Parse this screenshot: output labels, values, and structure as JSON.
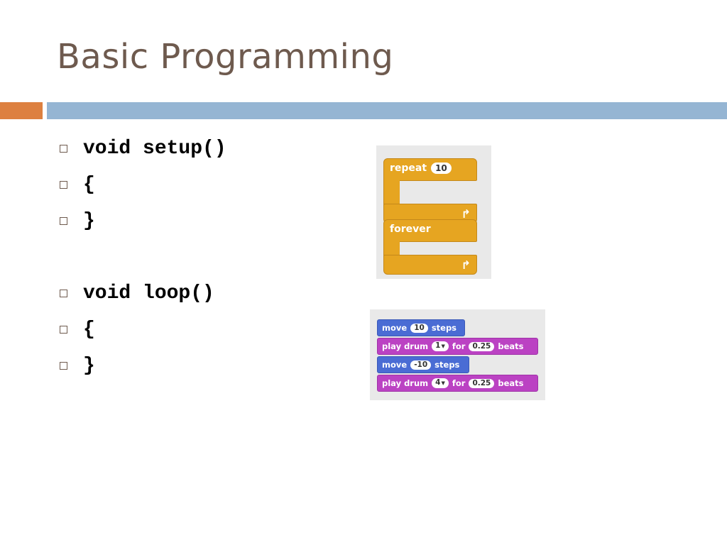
{
  "slide": {
    "title": "Basic Programming",
    "colors": {
      "title": "#6e5a4e",
      "accent_bar": "#dd8040",
      "main_bar": "#95b5d3"
    }
  },
  "bullets": [
    {
      "text": "void setup()"
    },
    {
      "text": "{"
    },
    {
      "text": "}"
    },
    {
      "text": "void loop()"
    },
    {
      "text": "{"
    },
    {
      "text": "}"
    }
  ],
  "scratch_control": {
    "repeat": {
      "label": "repeat",
      "count": "10"
    },
    "forever": {
      "label": "forever"
    }
  },
  "scratch_stack": [
    {
      "kind": "motion",
      "word1": "move",
      "value": "10",
      "word2": "steps"
    },
    {
      "kind": "sound",
      "word1": "play drum",
      "drum": "1",
      "word2": "for",
      "beats": "0.25",
      "word3": "beats"
    },
    {
      "kind": "motion",
      "word1": "move",
      "value": "-10",
      "word2": "steps"
    },
    {
      "kind": "sound",
      "word1": "play drum",
      "drum": "4",
      "word2": "for",
      "beats": "0.25",
      "word3": "beats"
    }
  ]
}
